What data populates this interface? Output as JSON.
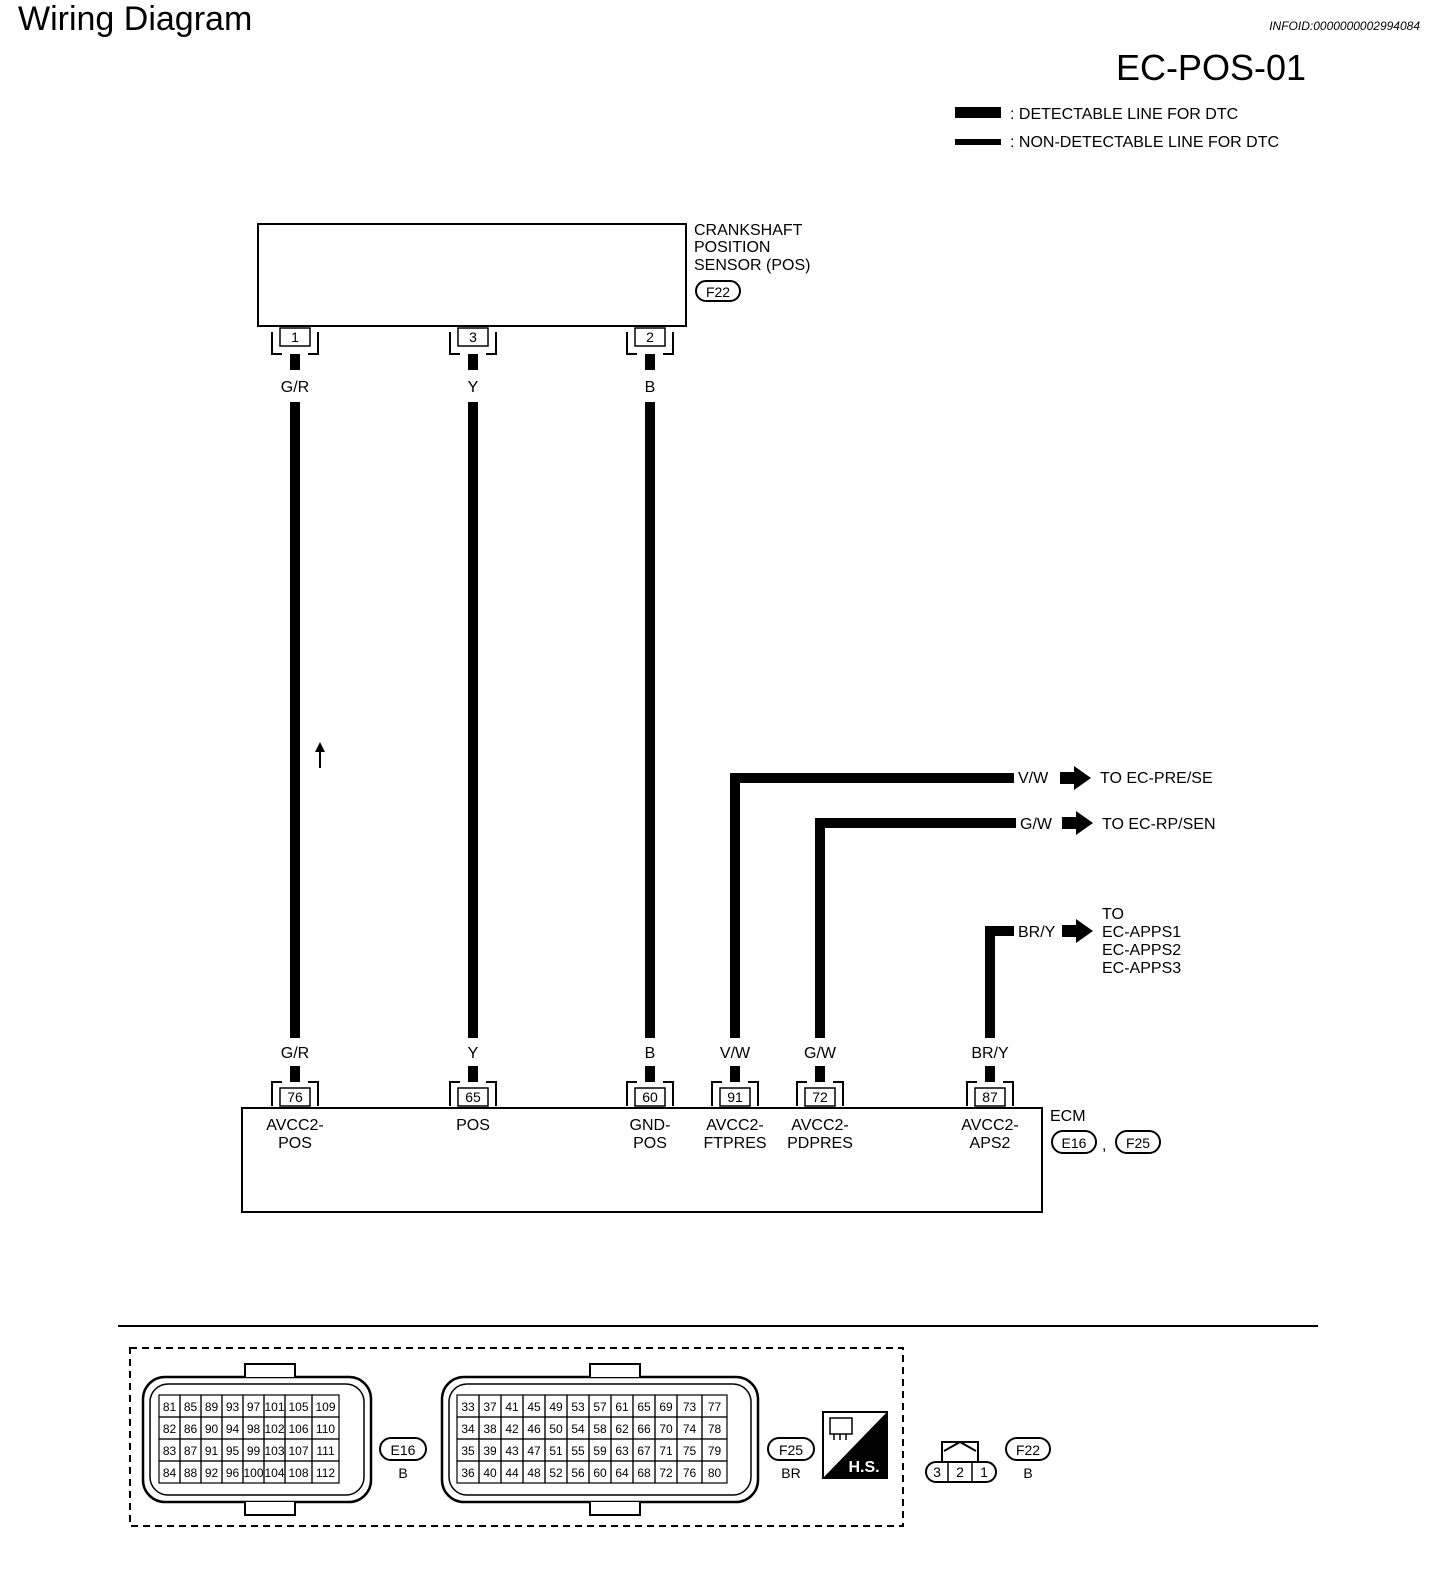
{
  "header": {
    "title": "Wiring Diagram",
    "info_id": "INFOID:0000000002994084",
    "diagram_code": "EC-POS-01"
  },
  "legend": {
    "detectable": ": DETECTABLE LINE FOR DTC",
    "non_detectable": ": NON-DETECTABLE LINE FOR DTC"
  },
  "sensor": {
    "name_line1": "CRANKSHAFT",
    "name_line2": "POSITION",
    "name_line3": "SENSOR (POS)",
    "connector": "F22",
    "pins": [
      "1",
      "3",
      "2"
    ],
    "wire_colors": [
      "G/R",
      "Y",
      "B"
    ]
  },
  "ecm": {
    "name": "ECM",
    "connector1": "E16",
    "separator": ",",
    "connector2": "F25",
    "pins": [
      {
        "number": "76",
        "wire": "G/R",
        "func_line1": "AVCC2-",
        "func_line2": "POS"
      },
      {
        "number": "65",
        "wire": "Y",
        "func_line1": "POS",
        "func_line2": ""
      },
      {
        "number": "60",
        "wire": "B",
        "func_line1": "GND-",
        "func_line2": "POS"
      },
      {
        "number": "91",
        "wire": "V/W",
        "func_line1": "AVCC2-",
        "func_line2": "FTPRES"
      },
      {
        "number": "72",
        "wire": "G/W",
        "func_line1": "AVCC2-",
        "func_line2": "PDPRES"
      },
      {
        "number": "87",
        "wire": "BR/Y",
        "func_line1": "AVCC2-",
        "func_line2": "APS2"
      }
    ]
  },
  "branches": [
    {
      "wire": "V/W",
      "target": "TO EC-PRE/SE"
    },
    {
      "wire": "G/W",
      "target": "TO EC-RP/SEN"
    },
    {
      "wire": "BR/Y",
      "target_lines": [
        "TO",
        "EC-APPS1",
        "EC-APPS2",
        "EC-APPS3"
      ]
    }
  ],
  "connectors": {
    "e16": {
      "id": "E16",
      "color": "B",
      "rows": [
        [
          "81",
          "85",
          "89",
          "93",
          "97",
          "101",
          "105",
          "109"
        ],
        [
          "82",
          "86",
          "90",
          "94",
          "98",
          "102",
          "106",
          "110"
        ],
        [
          "83",
          "87",
          "91",
          "95",
          "99",
          "103",
          "107",
          "111"
        ],
        [
          "84",
          "88",
          "92",
          "96",
          "100",
          "104",
          "108",
          "112"
        ]
      ]
    },
    "f25": {
      "id": "F25",
      "color": "BR",
      "rows": [
        [
          "33",
          "37",
          "41",
          "45",
          "49",
          "53",
          "57",
          "61",
          "65",
          "69",
          "73",
          "77"
        ],
        [
          "34",
          "38",
          "42",
          "46",
          "50",
          "54",
          "58",
          "62",
          "66",
          "70",
          "74",
          "78"
        ],
        [
          "35",
          "39",
          "43",
          "47",
          "51",
          "55",
          "59",
          "63",
          "67",
          "71",
          "75",
          "79"
        ],
        [
          "36",
          "40",
          "44",
          "48",
          "52",
          "56",
          "60",
          "64",
          "68",
          "72",
          "76",
          "80"
        ]
      ]
    },
    "hs_label": "H.S.",
    "f22": {
      "id": "F22",
      "color": "B",
      "pins": [
        "3",
        "2",
        "1"
      ]
    }
  }
}
